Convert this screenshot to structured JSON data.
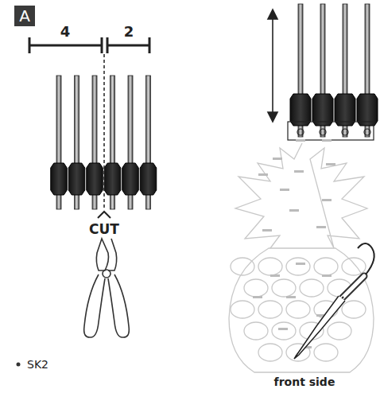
{
  "diagram": {
    "nodes": [
      {
        "text": [
          "A"
        ]
      }
    ],
    "labels": [
      "4",
      "2",
      "CUT",
      "SK2",
      "front side"
    ]
  }
}
